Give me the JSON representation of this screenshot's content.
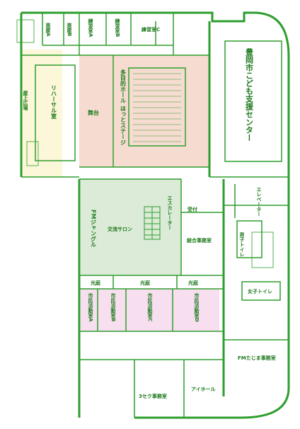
{
  "colors": {
    "wall": "#2e9e2e",
    "text": "#1f7a1f",
    "rooftop_fill": "#fbf7d8",
    "stage_fill": "#f6dcd0",
    "salon_fill": "#dcebd8",
    "activity_fill": "#f7dff0"
  },
  "rooms": {
    "practice_room_a": "楽屋A",
    "practice_room_b": "楽屋B",
    "studio_a": "練習室A",
    "studio_b": "練習室B",
    "studio_c": "練習室C",
    "rooftop": "屋上広場",
    "rehearsal": "リハーサル室",
    "stage": "舞台",
    "hall": "多目的ホール ほっとステージ",
    "child_center": "豊岡市こども支援センター",
    "fm_jungle": "FMジャングル",
    "salon": "交流サロン",
    "escalator": "エスカレーター",
    "reception": "受付",
    "office": "総合事務室",
    "elevator": "エレベーター",
    "mens_toilet": "男子トイレ",
    "womens_toilet": "女子トイレ",
    "courtyard_1": "光庭",
    "courtyard_2": "光庭",
    "courtyard_3": "光庭",
    "activity_a": "市民活動室A",
    "activity_b": "市民活動室B",
    "activity_c": "市民活動室C",
    "activity_d": "市民活動室D",
    "fm_tajima": "FMたじま事務室",
    "sansec": "3セク事務室",
    "ihall": "アイホール"
  }
}
